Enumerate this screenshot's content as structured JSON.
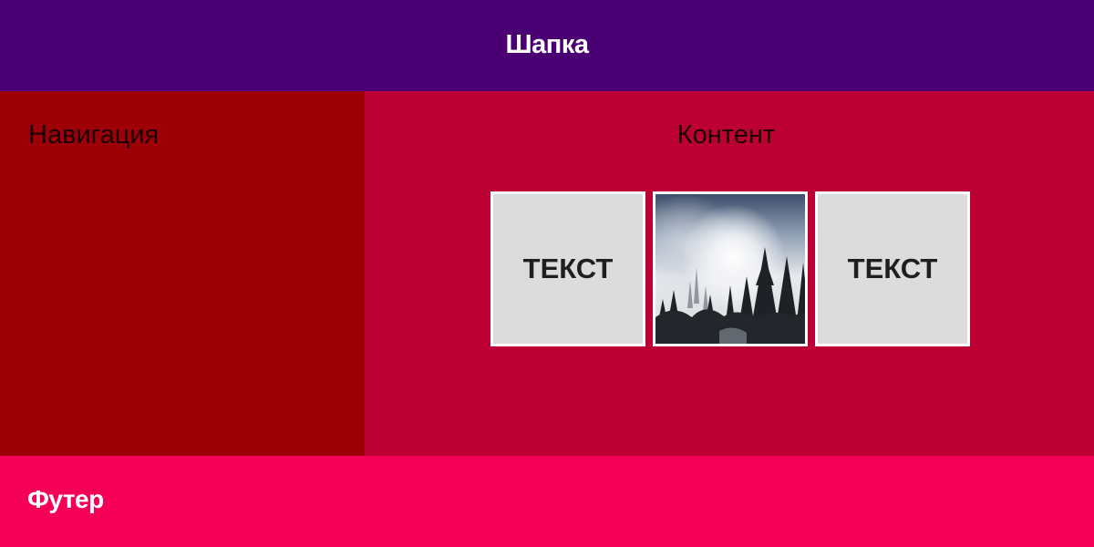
{
  "colors": {
    "header_bg": "#4a0072",
    "nav_bg": "#9e0008",
    "content_bg": "#bd0033",
    "footer_bg": "#f50057",
    "card_bg": "#dcdcdc",
    "card_border": "#ffffff"
  },
  "header": {
    "title": "Шапка"
  },
  "nav": {
    "title": "Навигация"
  },
  "content": {
    "title": "Контент",
    "cards": [
      {
        "type": "text",
        "text": "ТЕКСТ"
      },
      {
        "type": "image",
        "icon": "forest-photo"
      },
      {
        "type": "text",
        "text": "ТЕКСТ"
      }
    ]
  },
  "footer": {
    "title": "Футер"
  }
}
